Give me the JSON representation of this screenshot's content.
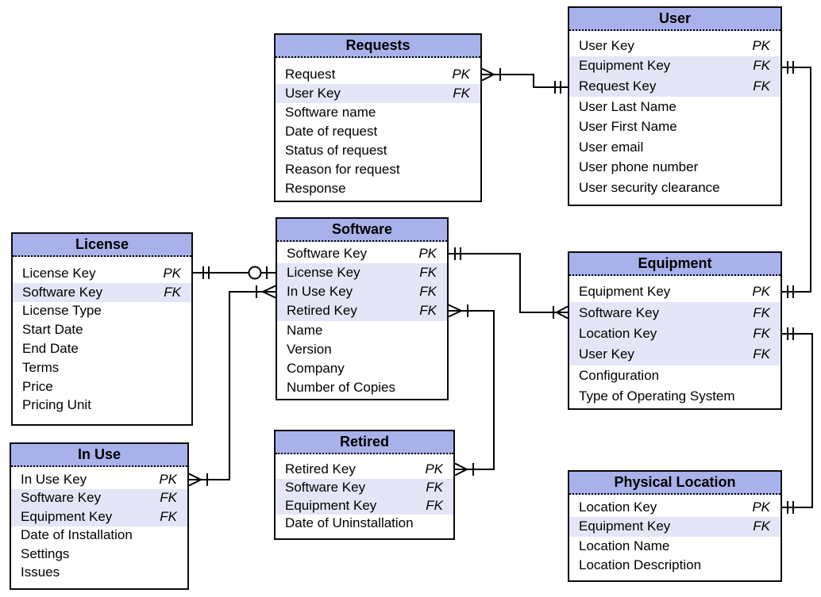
{
  "diagram": {
    "type": "entity-relationship-diagram",
    "notation": "crow-foot",
    "colors": {
      "header_fill": "#a9b1ea",
      "fk_row_fill": "#e4e6f7",
      "line": "#000000",
      "background": "#ffffff"
    },
    "entities": [
      {
        "name": "Requests",
        "attributes": [
          {
            "label": "Request",
            "key": "PK",
            "highlighted": false
          },
          {
            "label": "User Key",
            "key": "FK",
            "highlighted": true
          },
          {
            "label": "Software name",
            "key": "",
            "highlighted": false
          },
          {
            "label": "Date of request",
            "key": "",
            "highlighted": false
          },
          {
            "label": "Status of request",
            "key": "",
            "highlighted": false
          },
          {
            "label": "Reason for request",
            "key": "",
            "highlighted": false
          },
          {
            "label": "Response",
            "key": "",
            "highlighted": false
          }
        ]
      },
      {
        "name": "User",
        "attributes": [
          {
            "label": "User Key",
            "key": "PK",
            "highlighted": false
          },
          {
            "label": "Equipment Key",
            "key": "FK",
            "highlighted": true
          },
          {
            "label": "Request Key",
            "key": "FK",
            "highlighted": true
          },
          {
            "label": "User Last Name",
            "key": "",
            "highlighted": false
          },
          {
            "label": "User First Name",
            "key": "",
            "highlighted": false
          },
          {
            "label": "User email",
            "key": "",
            "highlighted": false
          },
          {
            "label": "User phone number",
            "key": "",
            "highlighted": false
          },
          {
            "label": "User security clearance",
            "key": "",
            "highlighted": false
          }
        ]
      },
      {
        "name": "License",
        "attributes": [
          {
            "label": "License Key",
            "key": "PK",
            "highlighted": false
          },
          {
            "label": "Software Key",
            "key": "FK",
            "highlighted": true
          },
          {
            "label": "License Type",
            "key": "",
            "highlighted": false
          },
          {
            "label": "Start Date",
            "key": "",
            "highlighted": false
          },
          {
            "label": "End Date",
            "key": "",
            "highlighted": false
          },
          {
            "label": "Terms",
            "key": "",
            "highlighted": false
          },
          {
            "label": "Price",
            "key": "",
            "highlighted": false
          },
          {
            "label": "Pricing Unit",
            "key": "",
            "highlighted": false
          }
        ]
      },
      {
        "name": "Software",
        "attributes": [
          {
            "label": "Software Key",
            "key": "PK",
            "highlighted": false
          },
          {
            "label": "License Key",
            "key": "FK",
            "highlighted": true
          },
          {
            "label": "In Use Key",
            "key": "FK",
            "highlighted": true
          },
          {
            "label": "Retired Key",
            "key": "FK",
            "highlighted": true
          },
          {
            "label": "Name",
            "key": "",
            "highlighted": false
          },
          {
            "label": "Version",
            "key": "",
            "highlighted": false
          },
          {
            "label": "Company",
            "key": "",
            "highlighted": false
          },
          {
            "label": "Number of Copies",
            "key": "",
            "highlighted": false
          }
        ]
      },
      {
        "name": "Equipment",
        "attributes": [
          {
            "label": "Equipment Key",
            "key": "PK",
            "highlighted": false
          },
          {
            "label": "Software Key",
            "key": "FK",
            "highlighted": true
          },
          {
            "label": "Location Key",
            "key": "FK",
            "highlighted": true
          },
          {
            "label": "User Key",
            "key": "FK",
            "highlighted": true
          },
          {
            "label": "Configuration",
            "key": "",
            "highlighted": false
          },
          {
            "label": "Type of Operating System",
            "key": "",
            "highlighted": false
          }
        ]
      },
      {
        "name": "In Use",
        "attributes": [
          {
            "label": "In Use Key",
            "key": "PK",
            "highlighted": false
          },
          {
            "label": "Software Key",
            "key": "FK",
            "highlighted": true
          },
          {
            "label": "Equipment Key",
            "key": "FK",
            "highlighted": true
          },
          {
            "label": "Date of Installation",
            "key": "",
            "highlighted": false
          },
          {
            "label": "Settings",
            "key": "",
            "highlighted": false
          },
          {
            "label": "Issues",
            "key": "",
            "highlighted": false
          }
        ]
      },
      {
        "name": "Retired",
        "attributes": [
          {
            "label": "Retired Key",
            "key": "PK",
            "highlighted": false
          },
          {
            "label": "Software Key",
            "key": "FK",
            "highlighted": true
          },
          {
            "label": "Equipment Key",
            "key": "FK",
            "highlighted": true
          },
          {
            "label": "Date of Uninstallation",
            "key": "",
            "highlighted": false
          }
        ]
      },
      {
        "name": "Physical Location",
        "attributes": [
          {
            "label": "Location Key",
            "key": "PK",
            "highlighted": false
          },
          {
            "label": "Equipment Key",
            "key": "FK",
            "highlighted": true
          },
          {
            "label": "Location Name",
            "key": "",
            "highlighted": false
          },
          {
            "label": "Location Description",
            "key": "",
            "highlighted": false
          }
        ]
      }
    ],
    "relationships": [
      {
        "from": "Requests.Request",
        "to": "User.Request Key",
        "from_cardinality": "one-or-many",
        "to_cardinality": "one-and-only-one"
      },
      {
        "from": "User.Equipment Key",
        "to": "Equipment.Equipment Key",
        "from_cardinality": "one-and-only-one",
        "to_cardinality": "one-and-only-one"
      },
      {
        "from": "Equipment.Location Key",
        "to": "Physical Location.Location Key",
        "from_cardinality": "one-and-only-one",
        "to_cardinality": "one-and-only-one"
      },
      {
        "from": "License.License Key",
        "to": "Software.License Key",
        "from_cardinality": "one-and-only-one",
        "to_cardinality": "zero-or-one"
      },
      {
        "from": "In Use.In Use Key",
        "to": "Software.In Use Key",
        "from_cardinality": "one-or-many",
        "to_cardinality": "one-or-many"
      },
      {
        "from": "Software.Retired Key",
        "to": "Retired.Retired Key",
        "from_cardinality": "one-or-many",
        "to_cardinality": "one-or-many"
      },
      {
        "from": "Software.Software Key",
        "to": "Equipment.Software Key",
        "from_cardinality": "one-and-only-one",
        "to_cardinality": "one-or-many"
      }
    ]
  }
}
